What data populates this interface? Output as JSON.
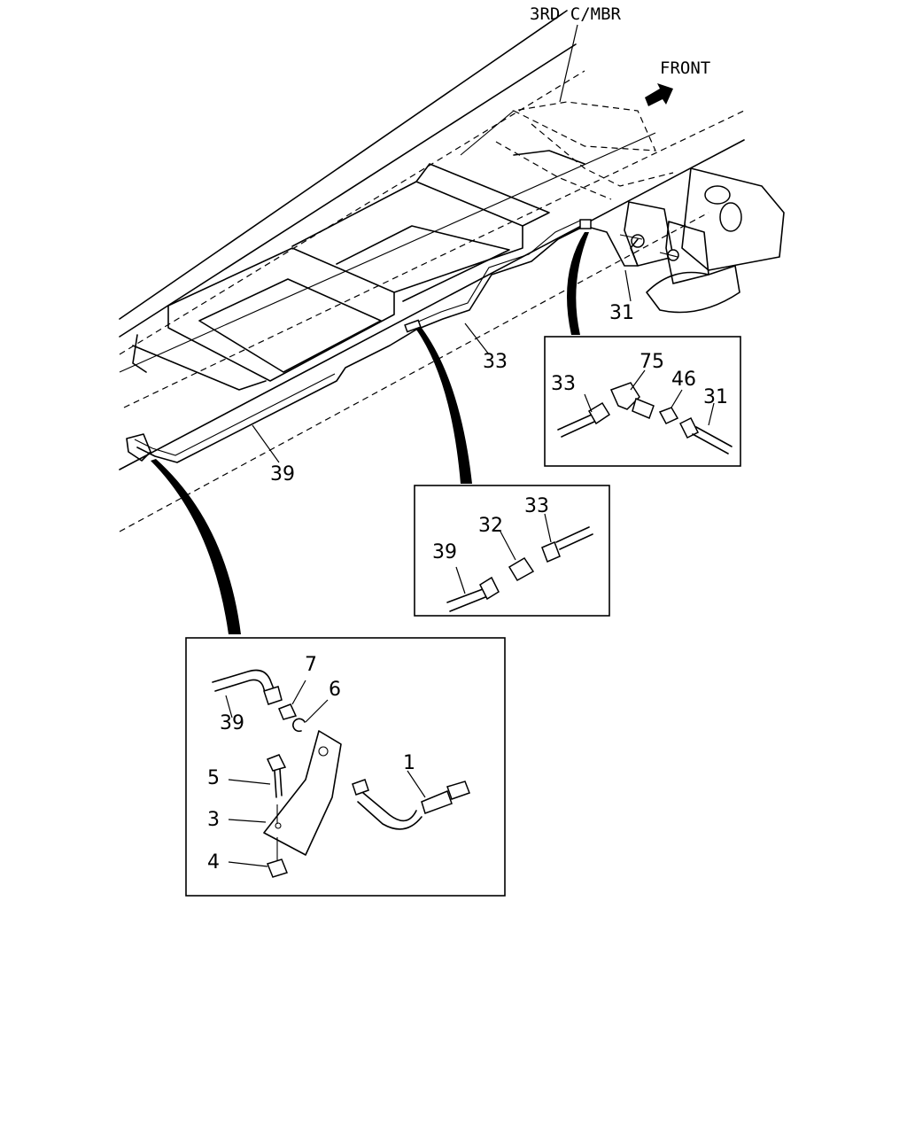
{
  "labels": {
    "crossmember": "3RD C/MBR",
    "front": "FRONT"
  },
  "callouts": {
    "main": {
      "p31": "31",
      "p33": "33",
      "p39": "39"
    },
    "detail_a": {
      "p33": "33",
      "p75": "75",
      "p46": "46",
      "p31": "31"
    },
    "detail_b": {
      "p33": "33",
      "p32": "32",
      "p39": "39"
    },
    "detail_c": {
      "p7": "7",
      "p6": "6",
      "p39": "39",
      "p5": "5",
      "p1": "1",
      "p3": "3",
      "p4": "4"
    }
  }
}
